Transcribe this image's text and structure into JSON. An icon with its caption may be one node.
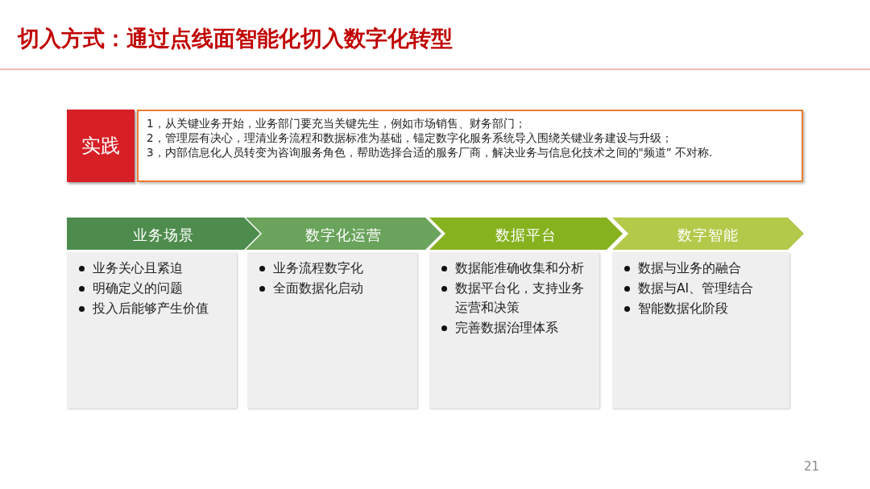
{
  "diagram": {
    "title": "切入方式：通过点线面智能化切入数字化转型",
    "nodes": [
      {
        "text": [
          "实践"
        ]
      },
      {
        "text": [
          "1，从关键业务开始，业务部门要充当关键先生，例如市场销售、财务部门；",
          "2，管理层有决心，理清业务流程和数据标准为基础，锚定数字化服务系统导入围绕关键业务建设与升级；",
          "3，内部信息化人员转变为咨询服务角色，帮助选择合适的服务厂商，解决业务与信息化技术之间的\"频道” 不对称."
        ]
      },
      {
        "text": [
          "业务场景"
        ]
      },
      {
        "text": [
          "数字化运营"
        ]
      },
      {
        "text": [
          "数据平台"
        ]
      },
      {
        "text": [
          "数字智能"
        ]
      },
      {
        "text": [
          "业务关心且紧迫",
          "明确定义的问题",
          "投入后能够产生价值"
        ]
      },
      {
        "text": [
          "业务流程数字化",
          "全面数据化启动"
        ]
      },
      {
        "text": [
          "数据能准确收集和分析",
          "数据平台化，支持业务运营和决策",
          "完善数据治理体系"
        ]
      },
      {
        "text": [
          "数据与业务的融合",
          "数据与AI、管理结合",
          "智能数据化阶段"
        ]
      }
    ],
    "edges": [],
    "labels": [
      "21"
    ]
  }
}
